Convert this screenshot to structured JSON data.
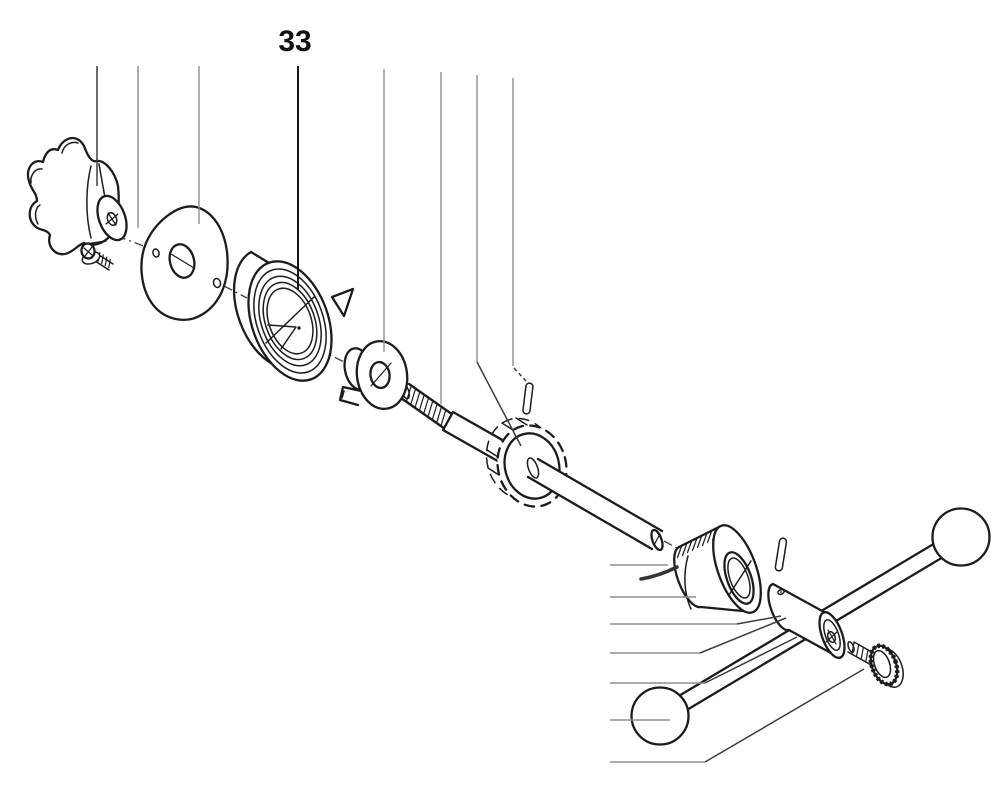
{
  "figure": {
    "type": "exploded-parts-diagram",
    "background": "#ffffff"
  },
  "callout": {
    "number": "33",
    "points_to": "spiral-spring"
  },
  "colors": {
    "ink": "#1c1c1c",
    "leader_gray": "#8f8f8f",
    "leader_dark": "#3c3c3c",
    "label": "#111111",
    "background": "#ffffff"
  },
  "parts": [
    "star-knob",
    "pan-head-screw",
    "mounting-plate",
    "spiral-spring",
    "tab-washer",
    "threaded-shaft",
    "pinion-gear",
    "gear-roll-pin",
    "knurled-bearing-knob",
    "coupling-roll-pin",
    "shaft-coupling",
    "handle-bar",
    "ball-handle-left",
    "ball-handle-right",
    "knurled-thumbscrew"
  ]
}
